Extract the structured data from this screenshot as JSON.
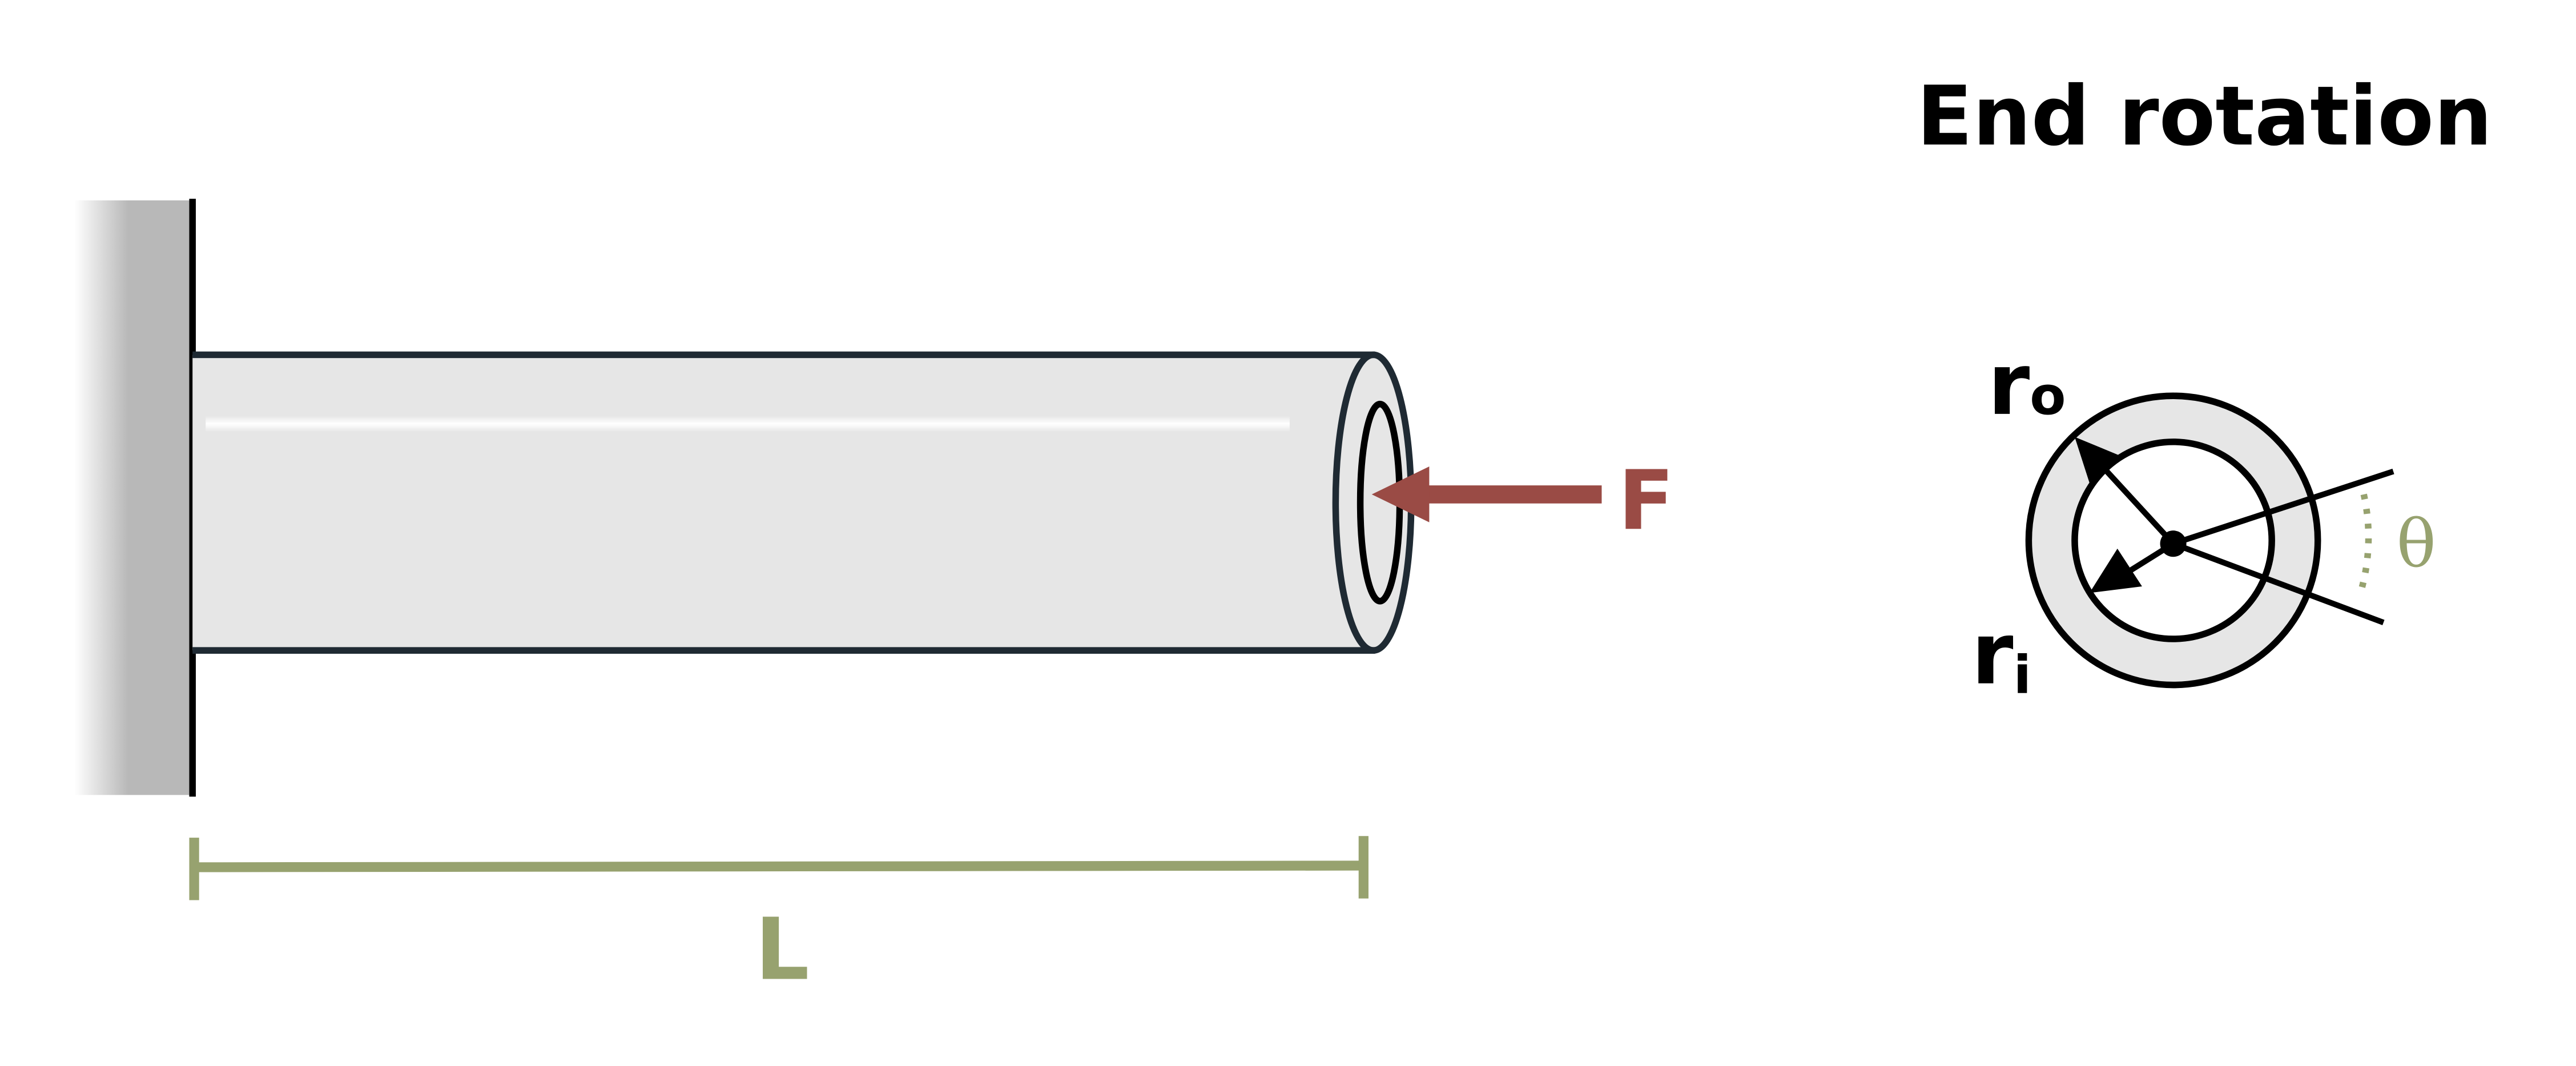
{
  "title": "End rotation",
  "labels": {
    "force": "F",
    "length": "L",
    "outer_radius_base": "r",
    "outer_radius_sub": "o",
    "inner_radius_base": "r",
    "inner_radius_sub": "i",
    "angle": "θ"
  },
  "colors": {
    "force": "#9a4b45",
    "dimension": "#97a26f",
    "angle": "#97a26f",
    "tube_fill": "#e6e6e6",
    "tube_edge": "#1f2a33",
    "wall_fill": "#b8b8b8",
    "text": "#000000"
  }
}
